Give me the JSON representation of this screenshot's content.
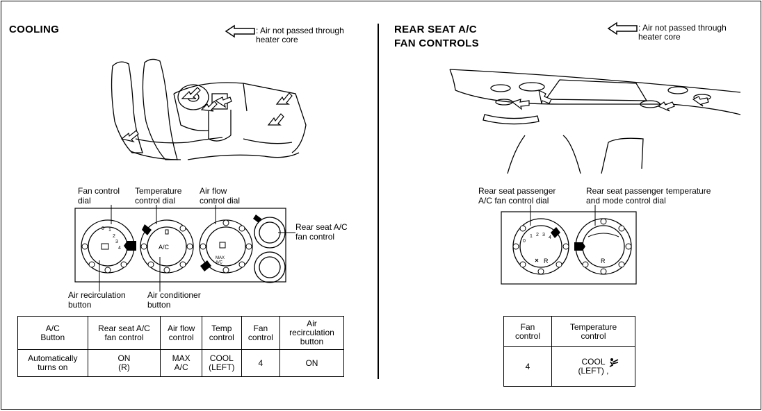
{
  "left": {
    "title": "COOLING",
    "legend_note": ": Air not passed through\nheater core",
    "labels": {
      "fan_control_dial": "Fan control\ndial",
      "temperature_control_dial": "Temperature\ncontrol dial",
      "air_flow_control_dial": "Air flow\ncontrol dial",
      "rear_seat_ac_fan_control": "Rear seat A/C\nfan control",
      "air_recirculation_button": "Air recirculation\nbutton",
      "air_conditioner_button": "Air conditioner\nbutton"
    },
    "panel_text": {
      "ac": "A/C",
      "max_ac": "MAX\nA/C",
      "fan_nums": [
        "0",
        "1",
        "2",
        "3",
        "4"
      ]
    },
    "table": {
      "headers": [
        "A/C\nButton",
        "Rear seat A/C\nfan control",
        "Air flow\ncontrol",
        "Temp\ncontrol",
        "Fan\ncontrol",
        "Air\nrecirculation\nbutton"
      ],
      "row": [
        "Automatically\nturns on",
        "ON\n(R)",
        "MAX\nA/C",
        "COOL\n(LEFT)",
        "4",
        "ON"
      ]
    }
  },
  "right": {
    "title": "REAR SEAT A/C\nFAN CONTROLS",
    "legend_note": ": Air not passed through\nheater core",
    "labels": {
      "rear_fan_dial": "Rear seat passenger\nA/C fan control dial",
      "rear_temp_dial": "Rear seat passenger temperature\nand mode control dial"
    },
    "panel_text": {
      "fan_nums": [
        "0",
        "1",
        "2",
        "3",
        "4"
      ],
      "r": "R"
    },
    "table": {
      "headers": [
        "Fan\ncontrol",
        "Temperature\ncontrol"
      ],
      "row": [
        "4",
        "COOL\n(LEFT) ,"
      ]
    }
  },
  "colors": {
    "ink": "#000000",
    "paper": "#ffffff"
  }
}
